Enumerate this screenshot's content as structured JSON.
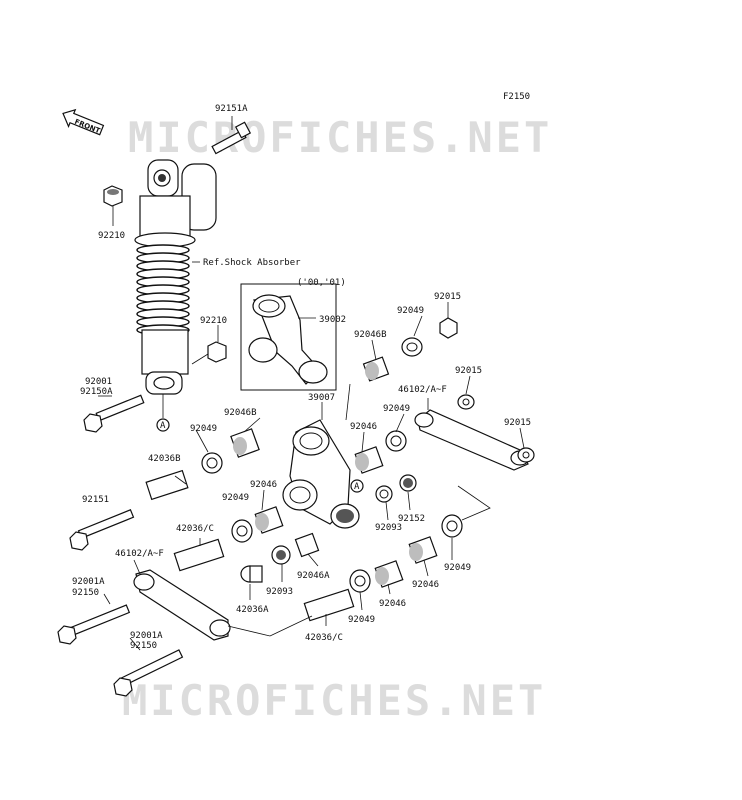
{
  "diagram": {
    "figure_code": "F2150",
    "front_label": "FRONT",
    "watermark_text": "MICROFICHES.NET",
    "ref_label": "Ref.Shock Absorber",
    "inset_label": "('00,'01)",
    "labels": {
      "p92151A": "92151A",
      "p92210_top": "92210",
      "p92210_mid": "92210",
      "p92001_left": "92001",
      "p92150A": "92150A",
      "pA1": "A",
      "pA2": "A",
      "p39002": "39002",
      "p92049_a": "92049",
      "p92015_a": "92015",
      "p92046B_a": "92046B",
      "p92015_b": "92015",
      "p46102_r": "46102/A~F",
      "p39007": "39007",
      "p92049_b": "92049",
      "p92046B_b": "92046B",
      "p92049_c": "92049",
      "p42036B": "42036B",
      "p92046_a": "92046",
      "p92015_c": "92015",
      "p92151": "92151",
      "p92046_b": "92046",
      "p92049_d": "92049",
      "p92093_a": "92093",
      "p92152": "92152",
      "p42036C_a": "42036/C",
      "p46102_l": "46102/A~F",
      "p92046A": "92046A",
      "p92093_b": "92093",
      "p92049_e": "92049",
      "p92046_c": "92046",
      "p92001A_a": "92001A",
      "p92150_a": "92150",
      "p42036A": "42036A",
      "p92049_f": "92049",
      "p92046_d": "92046",
      "p92001A_b": "92001A",
      "p92150_b": "92150",
      "p42036C_b": "42036/C"
    }
  }
}
